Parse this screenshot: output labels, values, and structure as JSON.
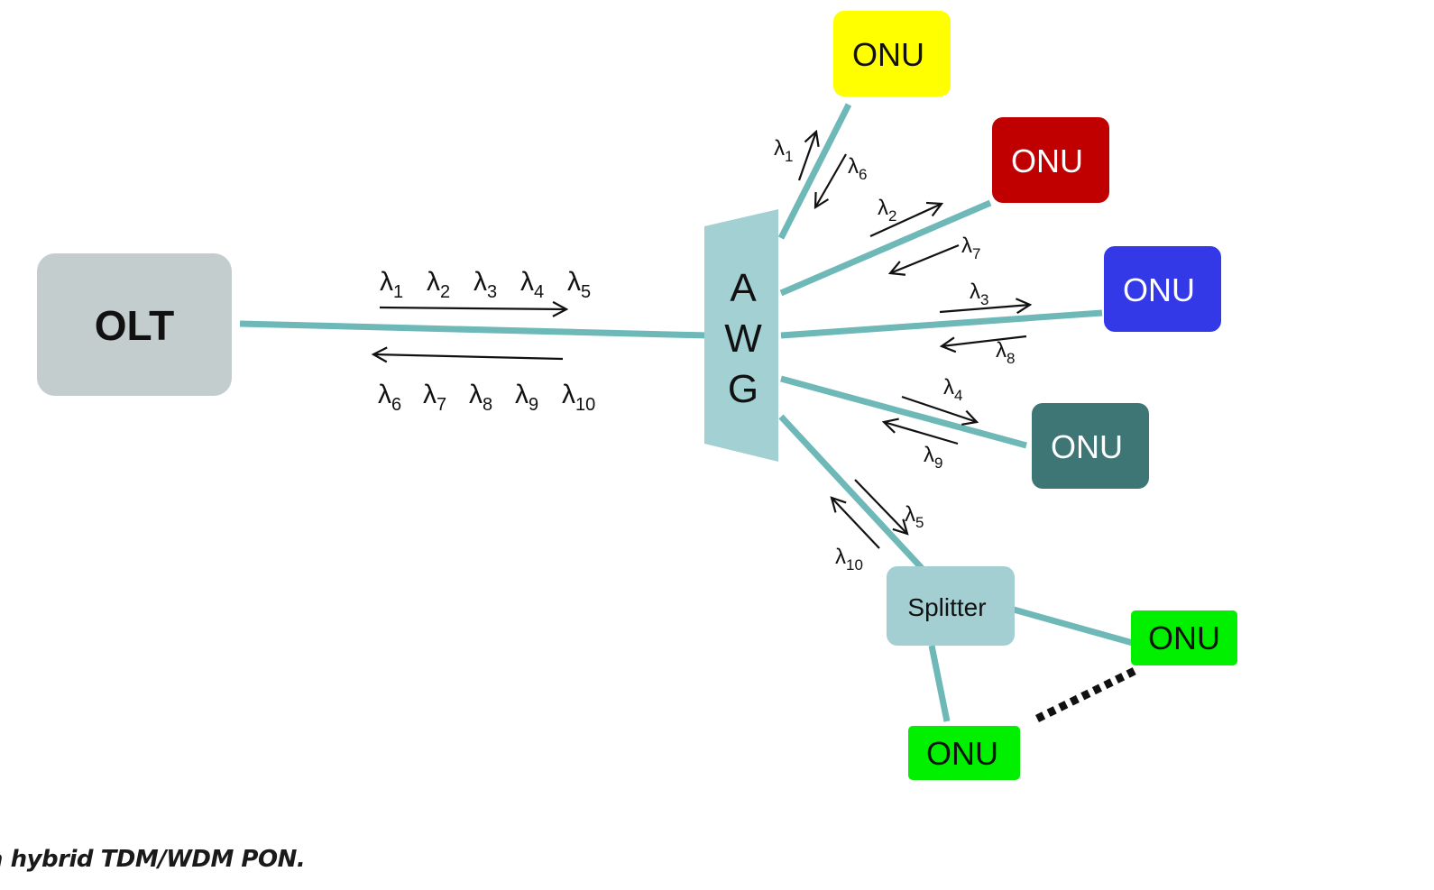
{
  "caption": "a hybrid TDM/WDM PON.",
  "nodes": {
    "olt": {
      "label": "OLT",
      "color": "#c3cdcd"
    },
    "awg": {
      "label_letters": [
        "A",
        "W",
        "G"
      ],
      "color": "#a3d0d3"
    },
    "splitter": {
      "label": "Splitter",
      "color": "#a3cfd3"
    },
    "onus": [
      {
        "id": "onu-1",
        "label": "ONU",
        "color": "#ffff00",
        "text_color": "#111111"
      },
      {
        "id": "onu-2",
        "label": "ONU",
        "color": "#c00000",
        "text_color": "#ffffff"
      },
      {
        "id": "onu-3",
        "label": "ONU",
        "color": "#3339e6",
        "text_color": "#ffffff"
      },
      {
        "id": "onu-4",
        "label": "ONU",
        "color": "#3e7676",
        "text_color": "#ffffff"
      },
      {
        "id": "onu-5",
        "label": "ONU",
        "color": "#00f000",
        "text_color": "#111111"
      },
      {
        "id": "onu-6",
        "label": "ONU",
        "color": "#00f000",
        "text_color": "#111111"
      }
    ]
  },
  "fiber_color": "#6fb8b8",
  "trunk_labels": {
    "downstream": [
      {
        "base": "λ",
        "sub": "1"
      },
      {
        "base": "λ",
        "sub": "2"
      },
      {
        "base": "λ",
        "sub": "3"
      },
      {
        "base": "λ",
        "sub": "4"
      },
      {
        "base": "λ",
        "sub": "5"
      }
    ],
    "upstream": [
      {
        "base": "λ",
        "sub": "6"
      },
      {
        "base": "λ",
        "sub": "7"
      },
      {
        "base": "λ",
        "sub": "8"
      },
      {
        "base": "λ",
        "sub": "9"
      },
      {
        "base": "λ",
        "sub": "10"
      }
    ]
  },
  "branch_labels": [
    {
      "down": {
        "base": "λ",
        "sub": "1"
      },
      "up": {
        "base": "λ",
        "sub": "6"
      }
    },
    {
      "down": {
        "base": "λ",
        "sub": "2"
      },
      "up": {
        "base": "λ",
        "sub": "7"
      }
    },
    {
      "down": {
        "base": "λ",
        "sub": "3"
      },
      "up": {
        "base": "λ",
        "sub": "8"
      }
    },
    {
      "down": {
        "base": "λ",
        "sub": "4"
      },
      "up": {
        "base": "λ",
        "sub": "9"
      }
    },
    {
      "down": {
        "base": "λ",
        "sub": "5"
      },
      "up": {
        "base": "λ",
        "sub": "10"
      }
    }
  ]
}
